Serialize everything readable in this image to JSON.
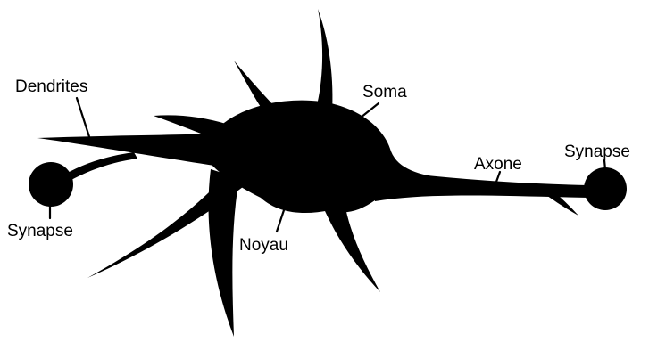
{
  "labels": {
    "dendrites": "Dendrites",
    "soma": "Soma",
    "axone": "Axone",
    "synapse_right": "Synapse",
    "synapse_left": "Synapse",
    "noyau": "Noyau"
  },
  "colors": {
    "ink": "#000000",
    "background": "#ffffff"
  }
}
